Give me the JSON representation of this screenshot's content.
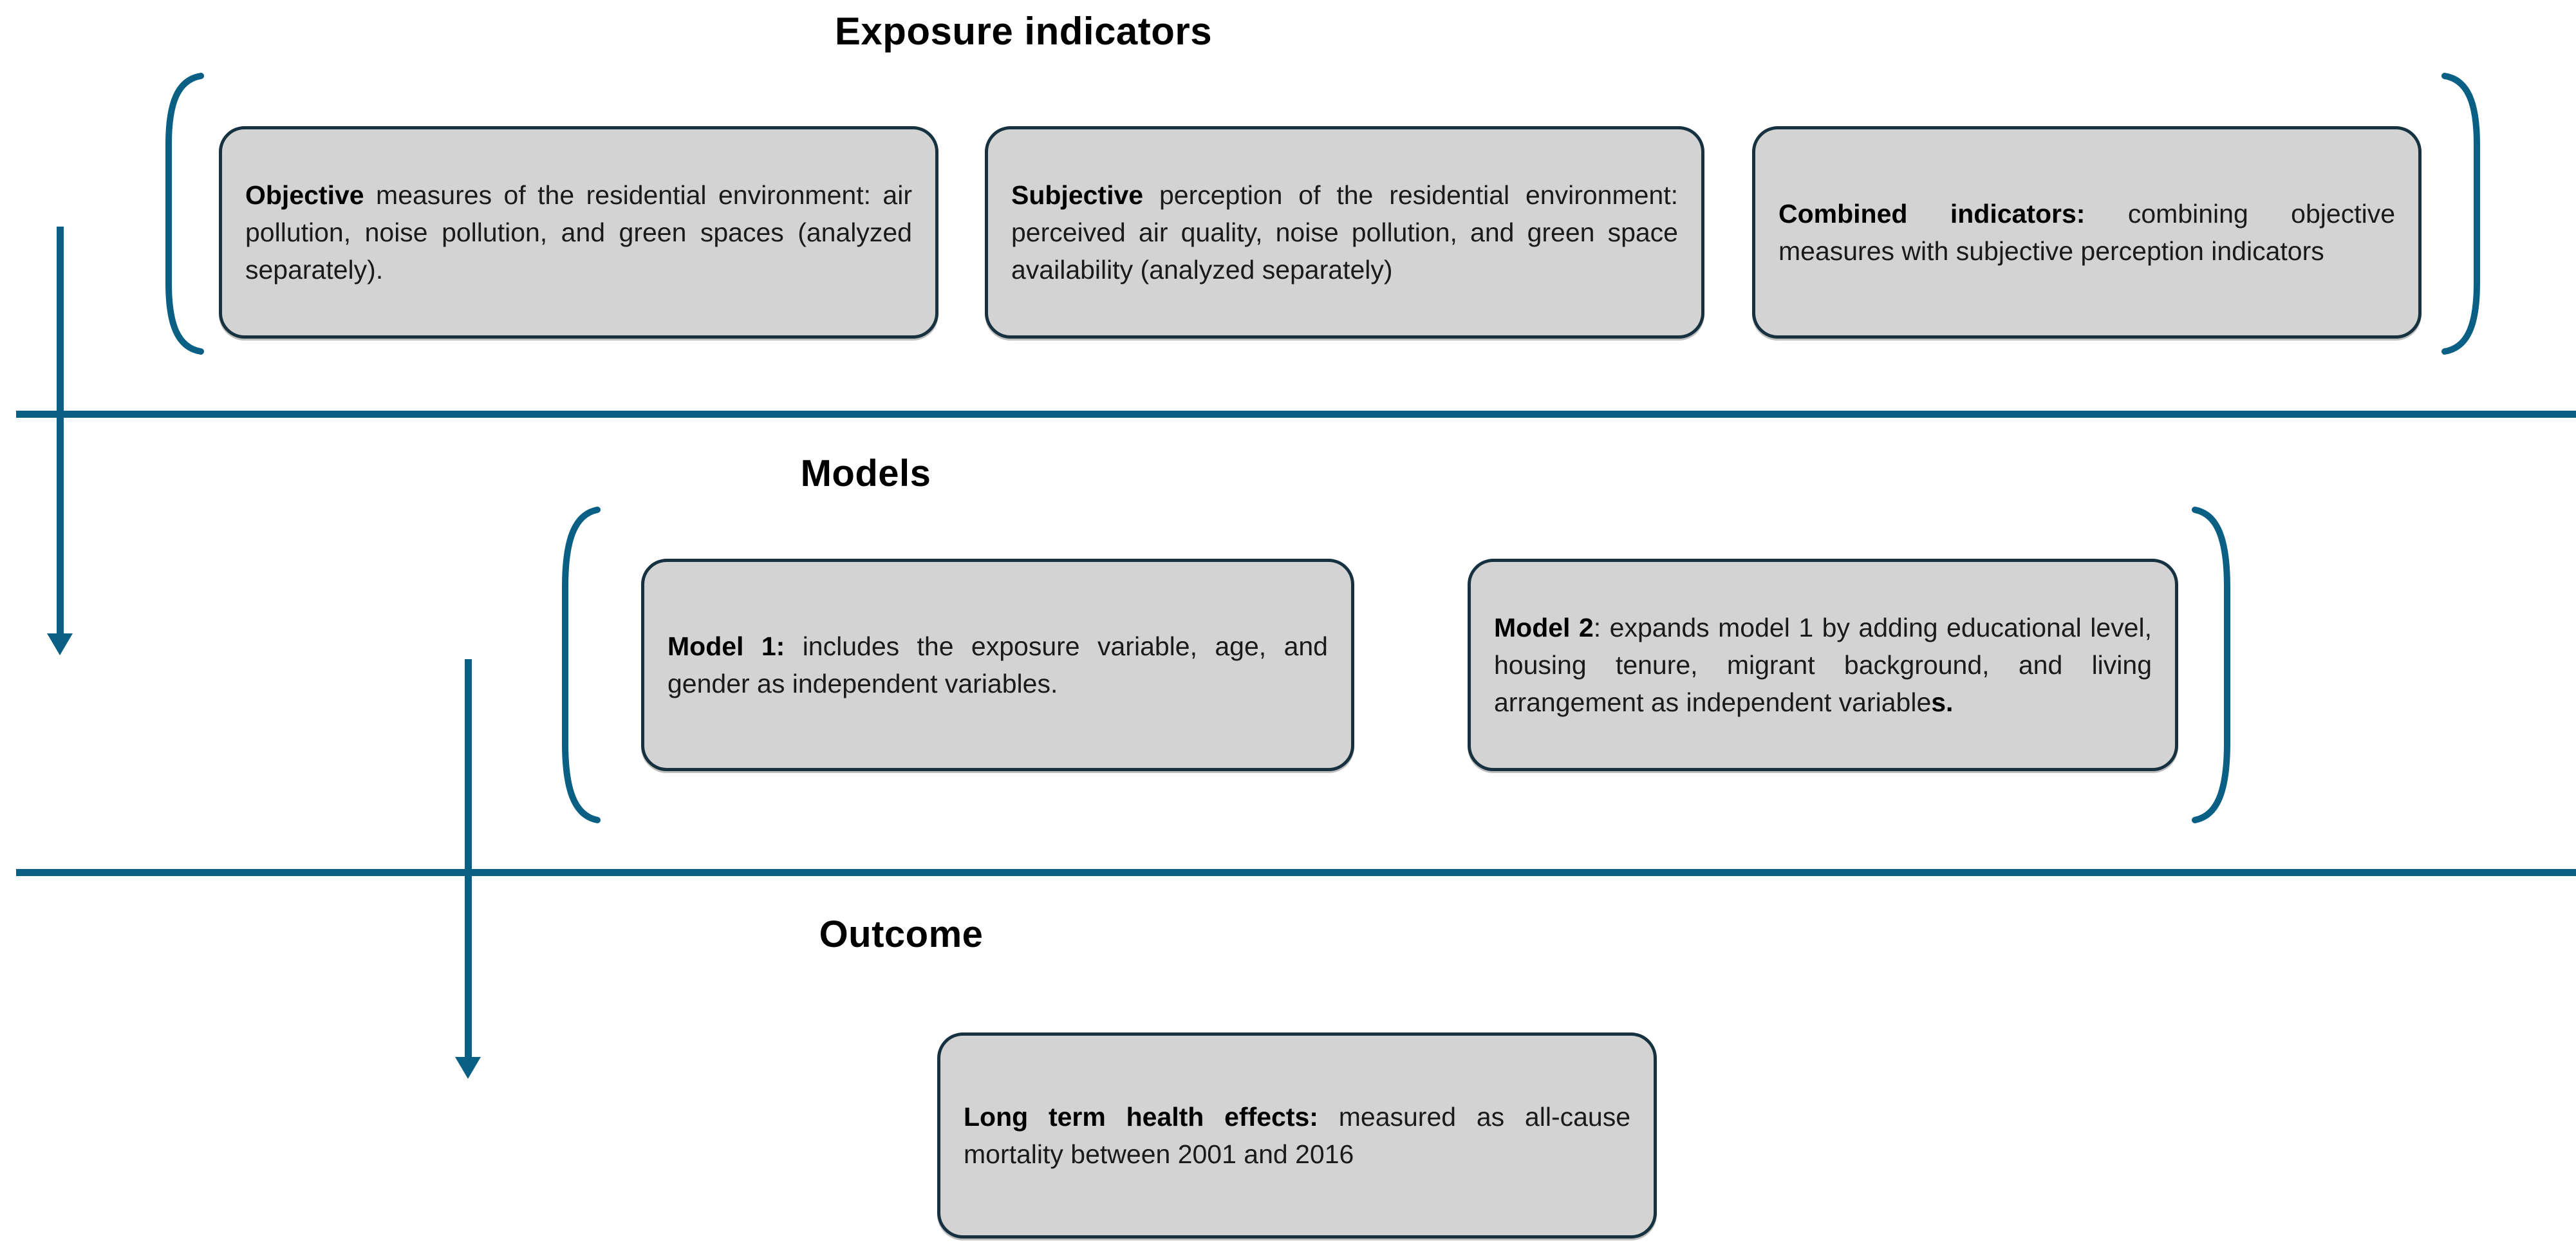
{
  "colors": {
    "accent": "#0a6084",
    "box_fill": "#d3d3d3",
    "box_border": "#16313f",
    "text": "#1a1a1a"
  },
  "sections": {
    "exposure": {
      "title": "Exposure indicators",
      "boxes": [
        {
          "id": "objective",
          "lead": "Objective",
          "rest": " measures of the residential environment: air pollution, noise pollution, and green spaces (analyzed separately)."
        },
        {
          "id": "subjective",
          "lead": "Subjective",
          "rest": " perception of the residential environment: perceived air quality, noise pollution, and green space availability (analyzed separately)"
        },
        {
          "id": "combined",
          "lead": "Combined indicators:",
          "rest": " combining objective measures with subjective perception indicators"
        }
      ]
    },
    "models": {
      "title": "Models",
      "boxes": [
        {
          "id": "model-1",
          "lead": "Model 1:",
          "rest": " includes the exposure variable, age, and gender as independent variables."
        },
        {
          "id": "model-2",
          "lead": "Model 2",
          "rest": ": expands model 1 by adding educational level, housing tenure, migrant background, and living arrangement as independent variable",
          "tail_bold": "s."
        }
      ]
    },
    "outcome": {
      "title": "Outcome",
      "boxes": [
        {
          "id": "long-term-health-effects",
          "lead": "Long term health effects:",
          "rest": " measured as all-cause mortality between 2001 and 2016"
        }
      ]
    }
  }
}
